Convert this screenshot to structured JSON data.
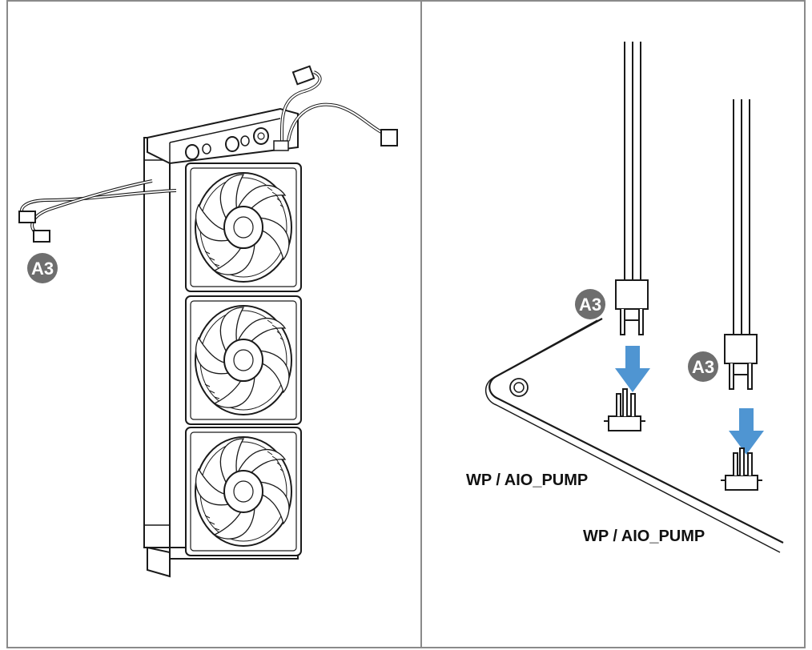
{
  "figure": {
    "left_panel": {
      "step_badge": "A3"
    },
    "right_panel": {
      "connectors": [
        {
          "step_badge": "A3",
          "header_label": "WP / AIO_PUMP"
        },
        {
          "step_badge": "A3",
          "header_label": "WP / AIO_PUMP"
        }
      ]
    }
  },
  "colors": {
    "frame_border": "#8a8a8a",
    "badge_fill": "#6e6e6e",
    "arrow_blue": "#4f95d2",
    "line_art": "#1a1a1a"
  },
  "icons": [
    "radiator-with-three-fans",
    "fan-cable-connector",
    "motherboard-header",
    "down-arrow"
  ]
}
